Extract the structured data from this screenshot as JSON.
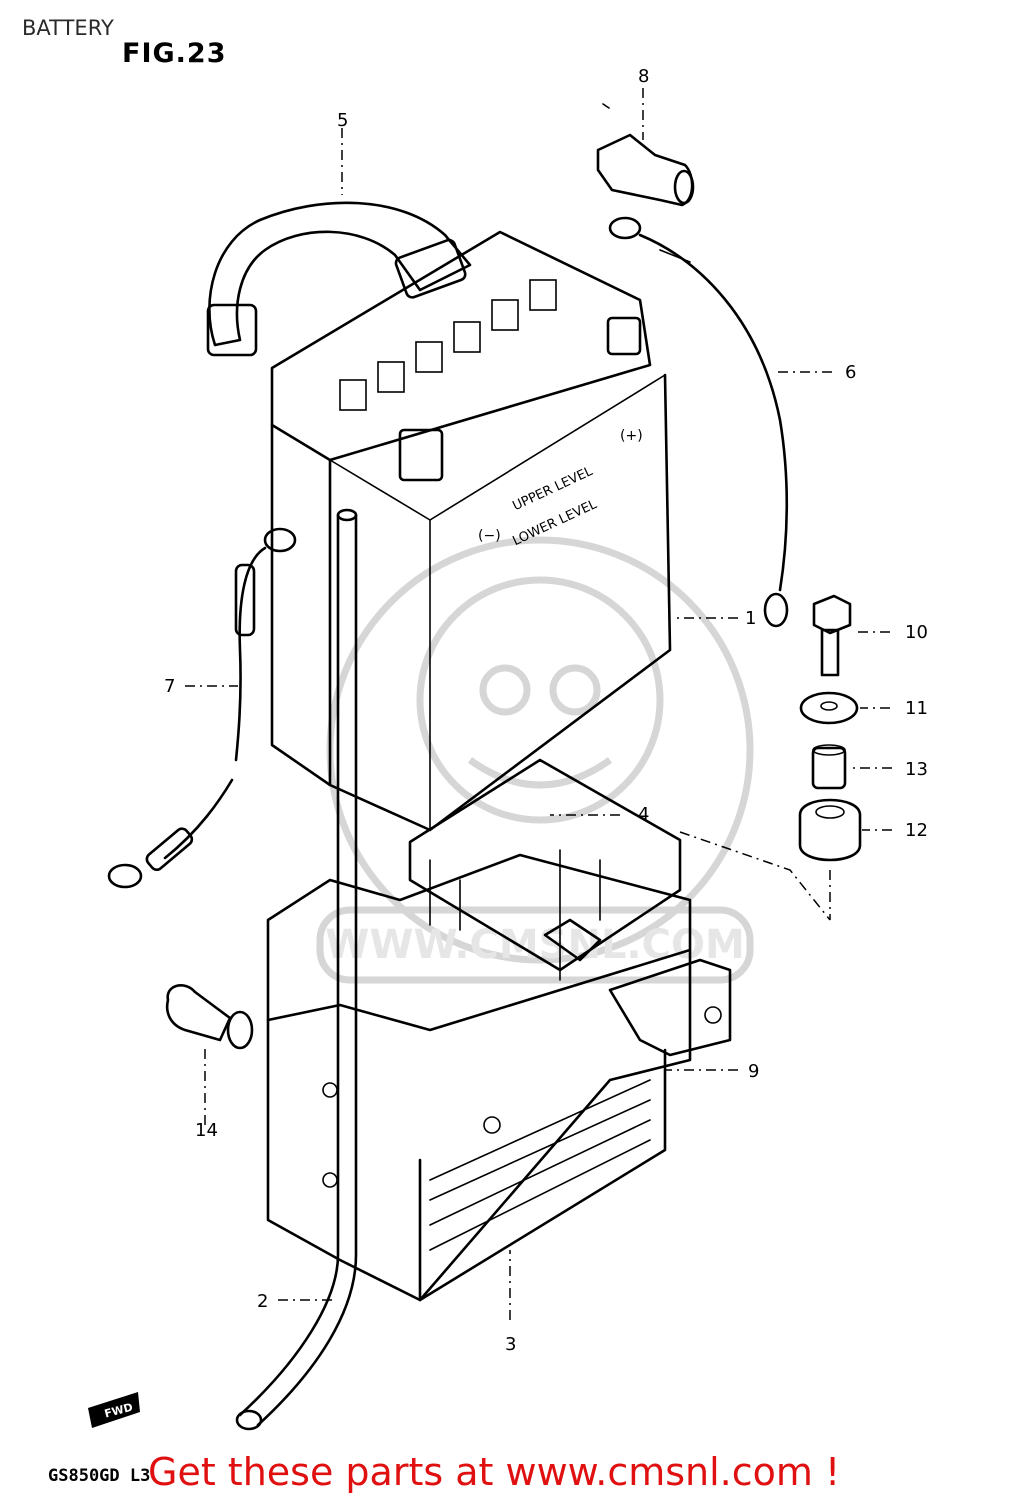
{
  "header": {
    "section_title": "BATTERY",
    "figure_label": "FIG.23"
  },
  "diagram": {
    "battery_marks": {
      "upper_level": "UPPER LEVEL",
      "lower_level": "LOWER LEVEL",
      "plus_terminal": "(+)",
      "minus_terminal": "(−)"
    },
    "watermark": "WWW.CMSNL.COM",
    "direction_marker": "FWD",
    "callouts": [
      "1",
      "2",
      "3",
      "4",
      "5",
      "6",
      "7",
      "8",
      "9",
      "10",
      "11",
      "12",
      "13",
      "14"
    ]
  },
  "footer": {
    "model_code": "GS850GD L3",
    "promo_text": "Get these parts at www.cmsnl.com !"
  },
  "colors": {
    "promo": "#e01010",
    "ink": "#000000",
    "watermark": "#d6d6d6"
  }
}
